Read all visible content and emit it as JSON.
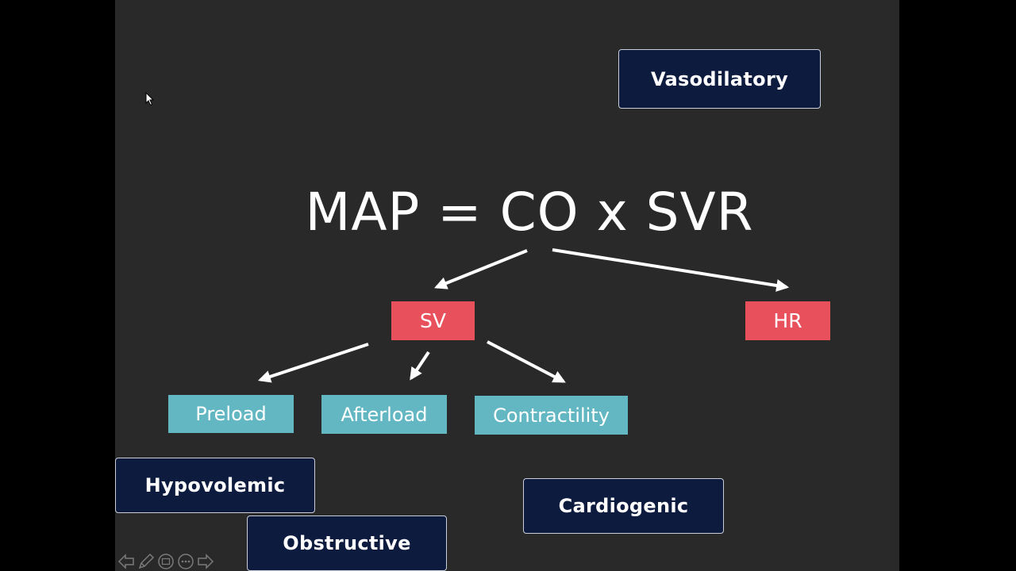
{
  "slide": {
    "equation": "MAP = CO x SVR",
    "nodes": {
      "sv": "SV",
      "hr": "HR",
      "preload": "Preload",
      "afterload": "Afterload",
      "contractility": "Contractility"
    },
    "shock_types": {
      "vasodilatory": "Vasodilatory",
      "hypovolemic": "Hypovolemic",
      "cardiogenic": "Cardiogenic",
      "obstructive": "Obstructive"
    }
  },
  "toolbar": {
    "icons": [
      "arrow-left-icon",
      "pen-icon",
      "slides-icon",
      "more-icon",
      "arrow-right-icon"
    ]
  },
  "colors": {
    "slide_background": "#292929",
    "red_box": "#e8505b",
    "teal_box": "#62b7c2",
    "navy_box": "#0d1b3f"
  }
}
